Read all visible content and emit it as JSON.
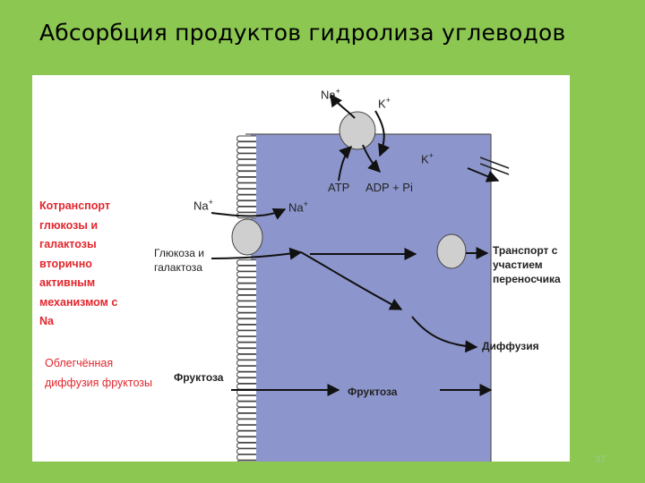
{
  "title": "Абсорбция продуктов гидролиза углеводов",
  "page_number": "37",
  "left_labels": {
    "cotransport": [
      "Котранспорт",
      "глюкозы и",
      "галактозы",
      "вторично",
      "активным",
      "механизмом с",
      "Na"
    ],
    "facilitated": [
      "Облегчённая",
      "диффузия фруктозы"
    ]
  },
  "ion_labels": {
    "na_out": "Na",
    "na_plus": "+",
    "k_top": "K",
    "k_top_plus": "+",
    "k_right": "K",
    "k_right_plus": "+",
    "na_left": "Na",
    "na_left_plus": "+",
    "na_inner": "Na",
    "na_inner_plus": "+",
    "atp": "ATP",
    "adp_pi": "ADP + Pi"
  },
  "cell_labels": {
    "glucose_galactose": [
      "Глюкоза и",
      "галактоза"
    ],
    "fructose_left": "Фруктоза",
    "fructose_center": "Фруктоза",
    "transport_carrier": [
      "Транспорт с",
      "участием",
      "переносчика"
    ],
    "diffusion": "Диффузия"
  },
  "colors": {
    "background": "#8cc751",
    "cell_fill": "#8d96cc",
    "red_text": "#e3262d",
    "carrier_fill": "#cfcfcf"
  }
}
